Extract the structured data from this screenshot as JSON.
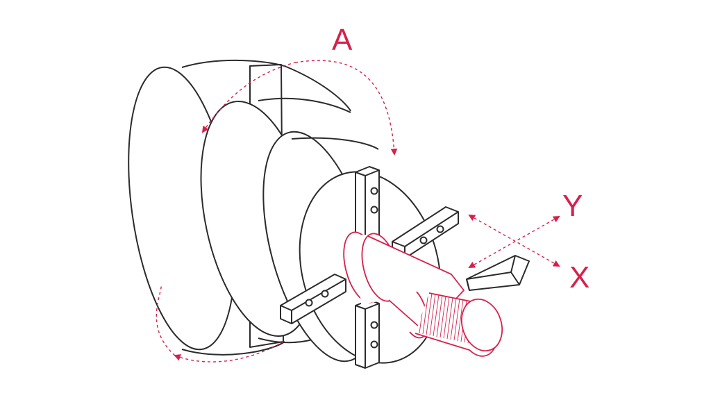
{
  "labels": {
    "rotation_axis": "A",
    "y_axis": "Y",
    "x_axis": "X"
  },
  "colors": {
    "outline": "#2b2b2b",
    "accent": "#d6204c",
    "background": "#ffffff",
    "part_fill": "#ffffff"
  }
}
